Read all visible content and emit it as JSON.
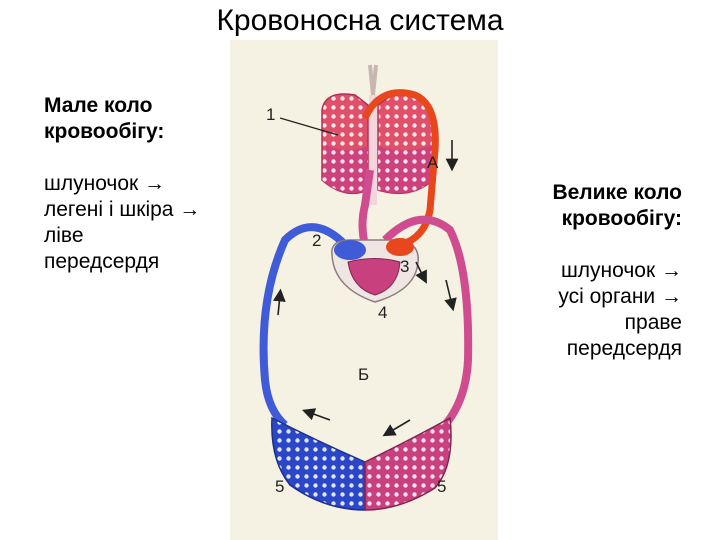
{
  "title": "Кровоносна система",
  "left": {
    "heading_1": "Мале коло",
    "heading_2": "кровообігу:",
    "line_1": "шлуночок →",
    "line_2": "легені і шкіра →",
    "line_3": "ліве",
    "line_4": "передсердя"
  },
  "right": {
    "heading_1": "Велике коло",
    "heading_2": "кровообігу:",
    "line_1": "шлуночок →",
    "line_2": "усі органи →",
    "line_3": "праве",
    "line_4": "передсердя"
  },
  "figure": {
    "labels": {
      "n1": "1",
      "n2": "2",
      "n3": "3",
      "n4": "4",
      "n5_left": "5",
      "n5_right": "5",
      "A": "А",
      "B": "Б"
    },
    "colors": {
      "background": "#f5f1e3",
      "venous": "#3f5bd8",
      "arterial": "#e8471e",
      "mixed": "#cf4d8f",
      "lung_red": "#e0506a",
      "capillary_blue": "#2b47c8",
      "capillary_pink": "#c9407f"
    }
  }
}
